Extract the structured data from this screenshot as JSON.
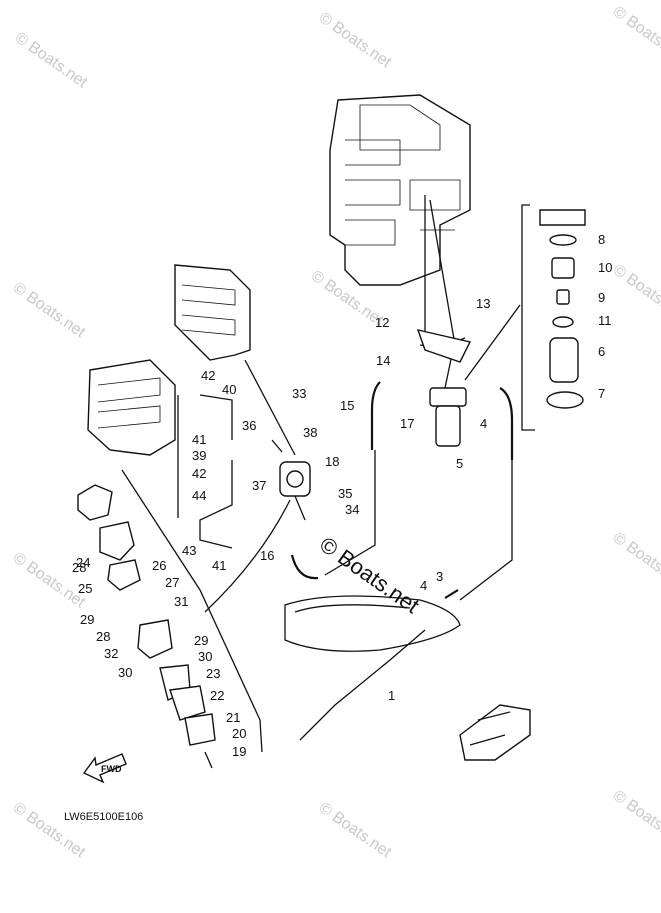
{
  "watermark": "© Boats.net",
  "diagram_code": "LW6E5100E106",
  "fwd_label": "FWD",
  "callouts": [
    "1",
    "3",
    "4",
    "4",
    "5",
    "6",
    "7",
    "8",
    "9",
    "10",
    "11",
    "12",
    "13",
    "14",
    "15",
    "16",
    "17",
    "18",
    "19",
    "20",
    "21",
    "22",
    "23",
    "24",
    "25",
    "26",
    "27",
    "28",
    "28",
    "29",
    "29",
    "30",
    "30",
    "31",
    "32",
    "33",
    "34",
    "35",
    "36",
    "37",
    "38",
    "39",
    "40",
    "41",
    "41",
    "42",
    "42",
    "43",
    "44"
  ]
}
